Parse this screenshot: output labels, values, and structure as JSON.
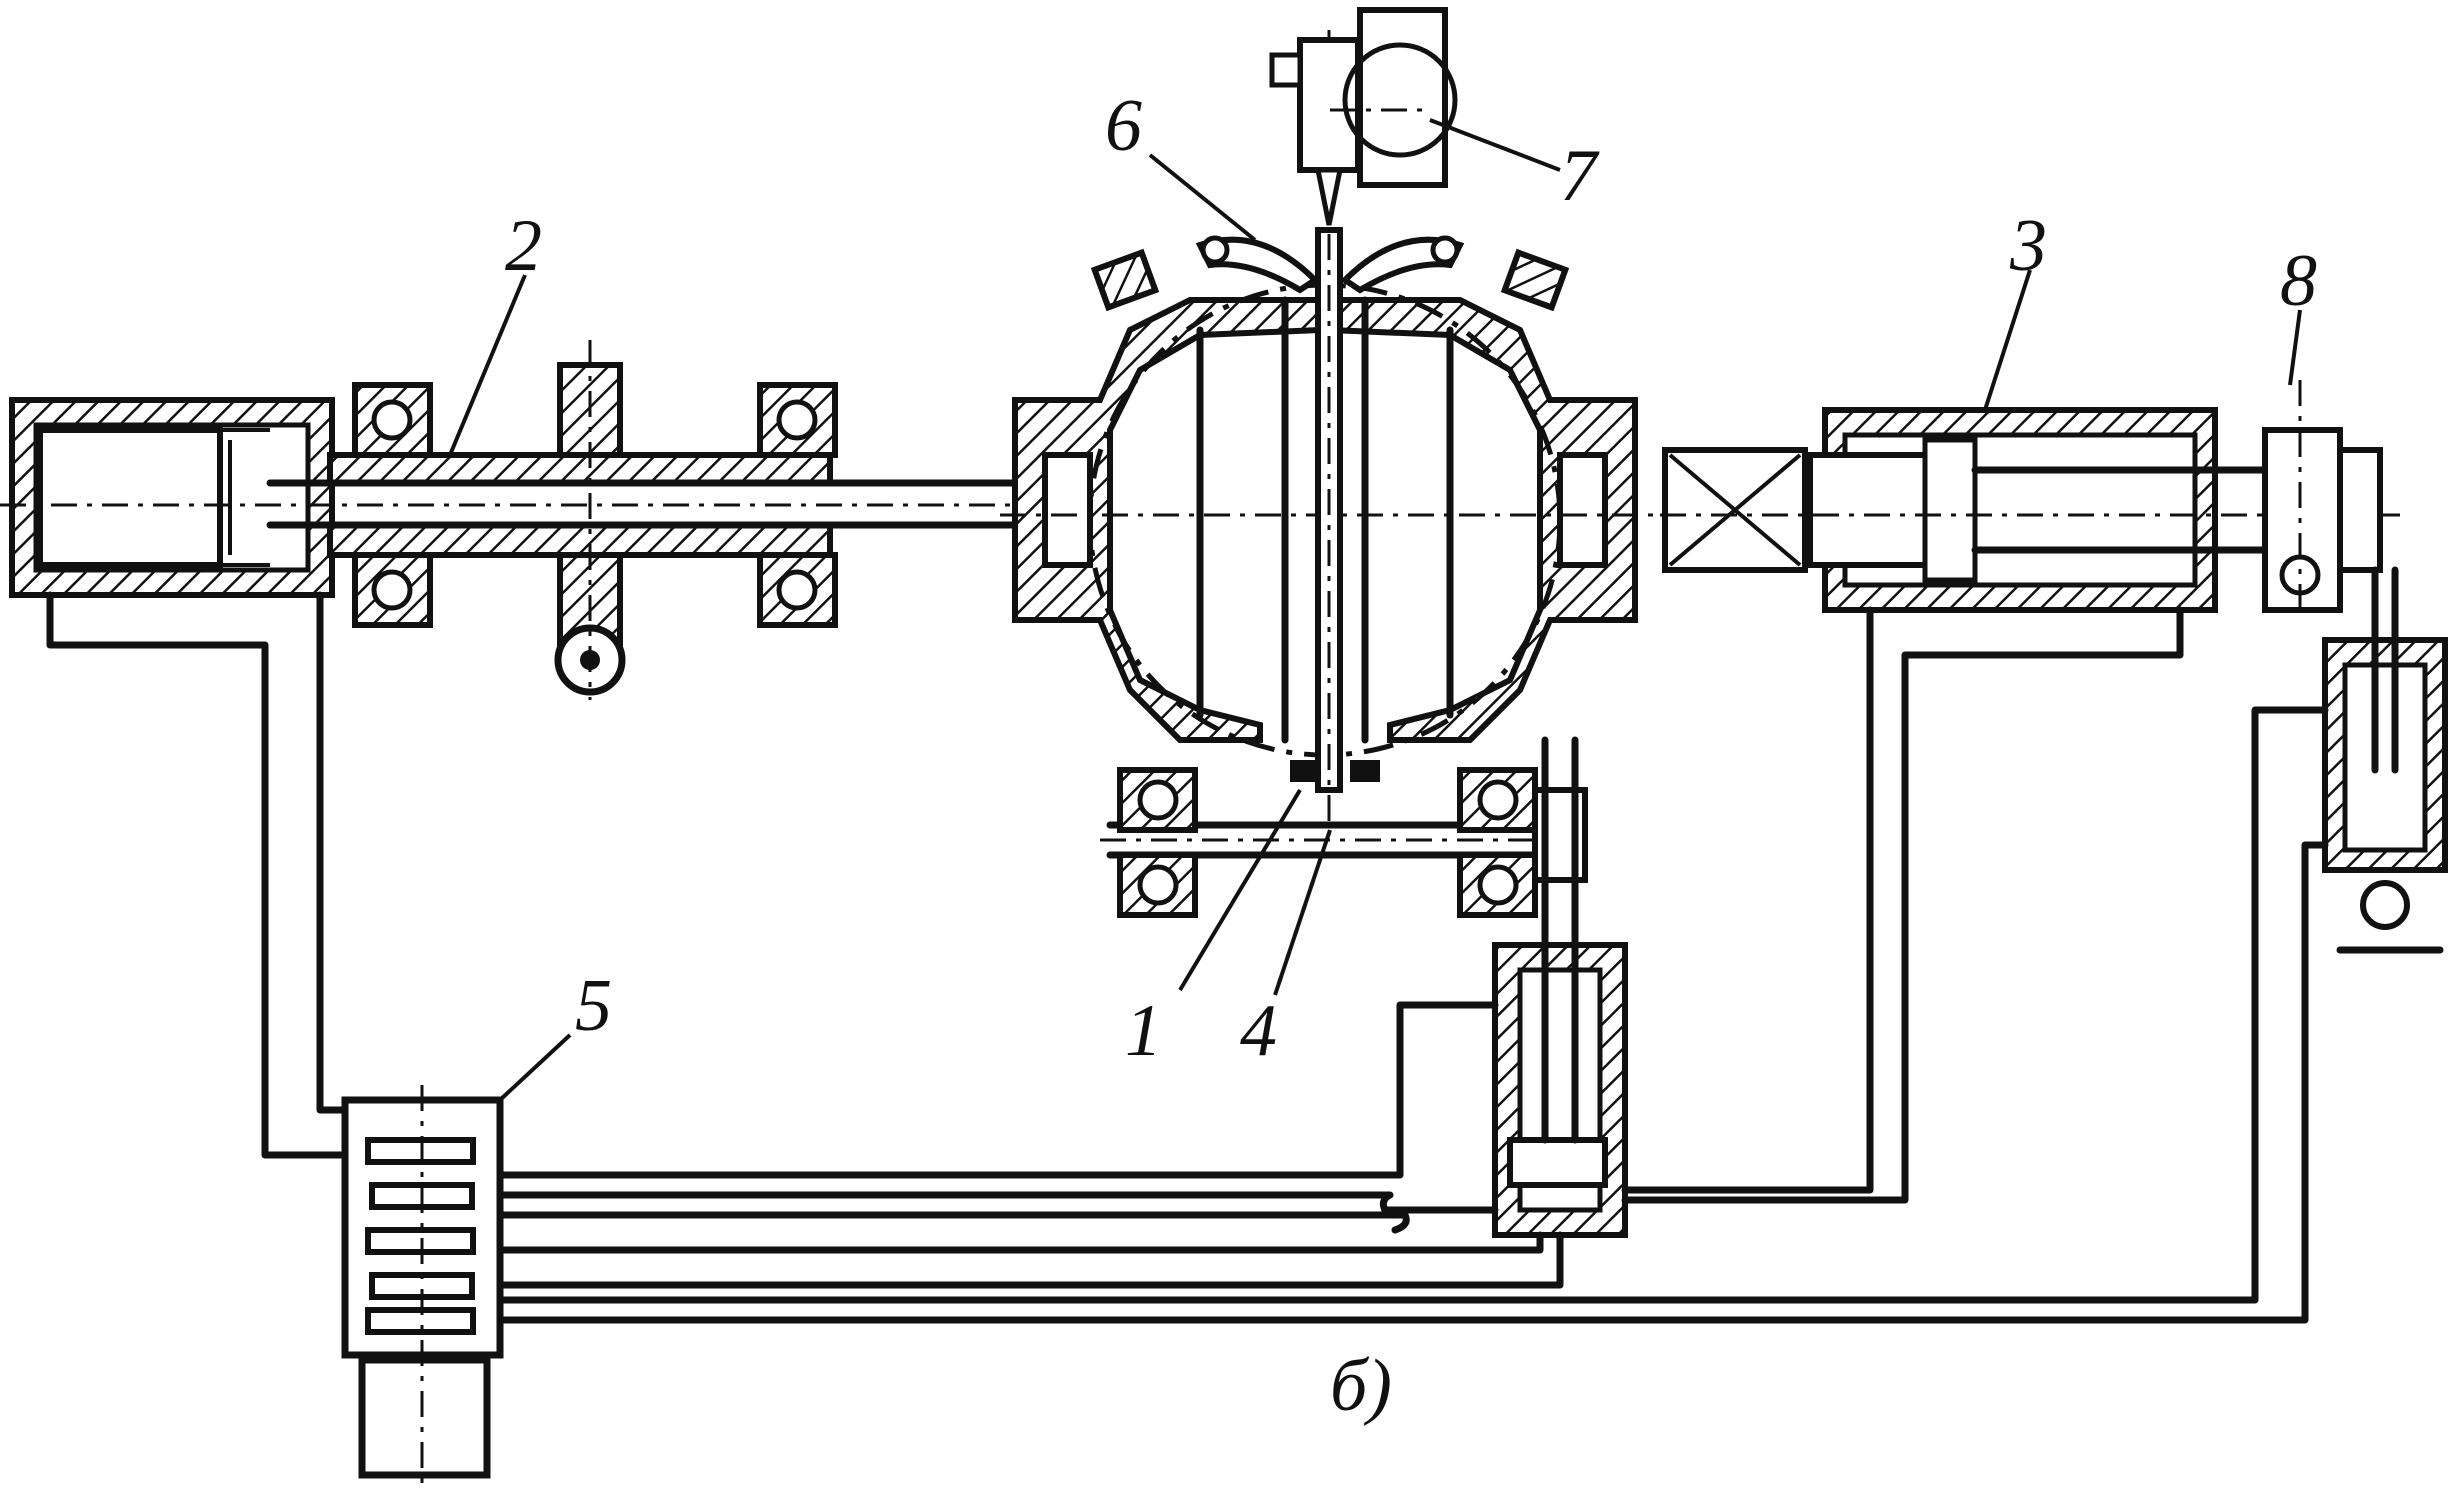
{
  "labels": {
    "l1": "1",
    "l2": "2",
    "l3": "3",
    "l4": "4",
    "l5": "5",
    "l6": "6",
    "l7": "7",
    "l8": "8",
    "caption": "б)"
  }
}
